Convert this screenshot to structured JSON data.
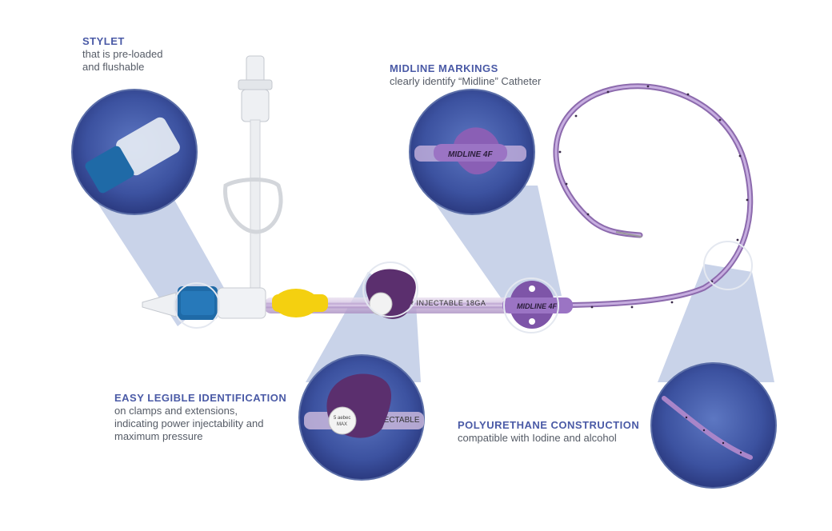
{
  "colors": {
    "label_blue": "#4a5aa6",
    "text_gray": "#555b66",
    "circle_dark": "#2e3f86",
    "circle_mid": "#4f67b3",
    "beam": "#b7c4e2",
    "catheter_purple": "#a985c9",
    "clamp_purple": "#5b2f6e",
    "hub_yellow": "#f4d010",
    "cap_blue": "#1f6aa7"
  },
  "callouts": {
    "stylet": {
      "title": "STYLET",
      "lines": [
        "that is pre-loaded",
        "and flushable"
      ]
    },
    "midline": {
      "title": "MIDLINE MARKINGS",
      "lines": [
        "clearly identify “Midline” Catheter"
      ]
    },
    "easy": {
      "title": "EASY LEGIBLE IDENTIFICATION",
      "lines": [
        "on clamps and extensions,",
        "indicating power injectability and",
        "maximum pressure"
      ]
    },
    "poly": {
      "title": "POLYURETHANE CONSTRUCTION",
      "lines": [
        "compatible with Iodine and alcohol"
      ]
    }
  },
  "device": {
    "wing_label": "MIDLINE 4F",
    "tube_label": "ER INJECTABLE 18GA",
    "clamp_badge": [
      "5 aebec",
      "MAX"
    ],
    "zoom_tube_label": "ER INJECTABLE"
  },
  "icons": {
    "clamp": "clamp-icon",
    "wing": "suture-wing-icon",
    "cap": "luer-cap-icon"
  }
}
